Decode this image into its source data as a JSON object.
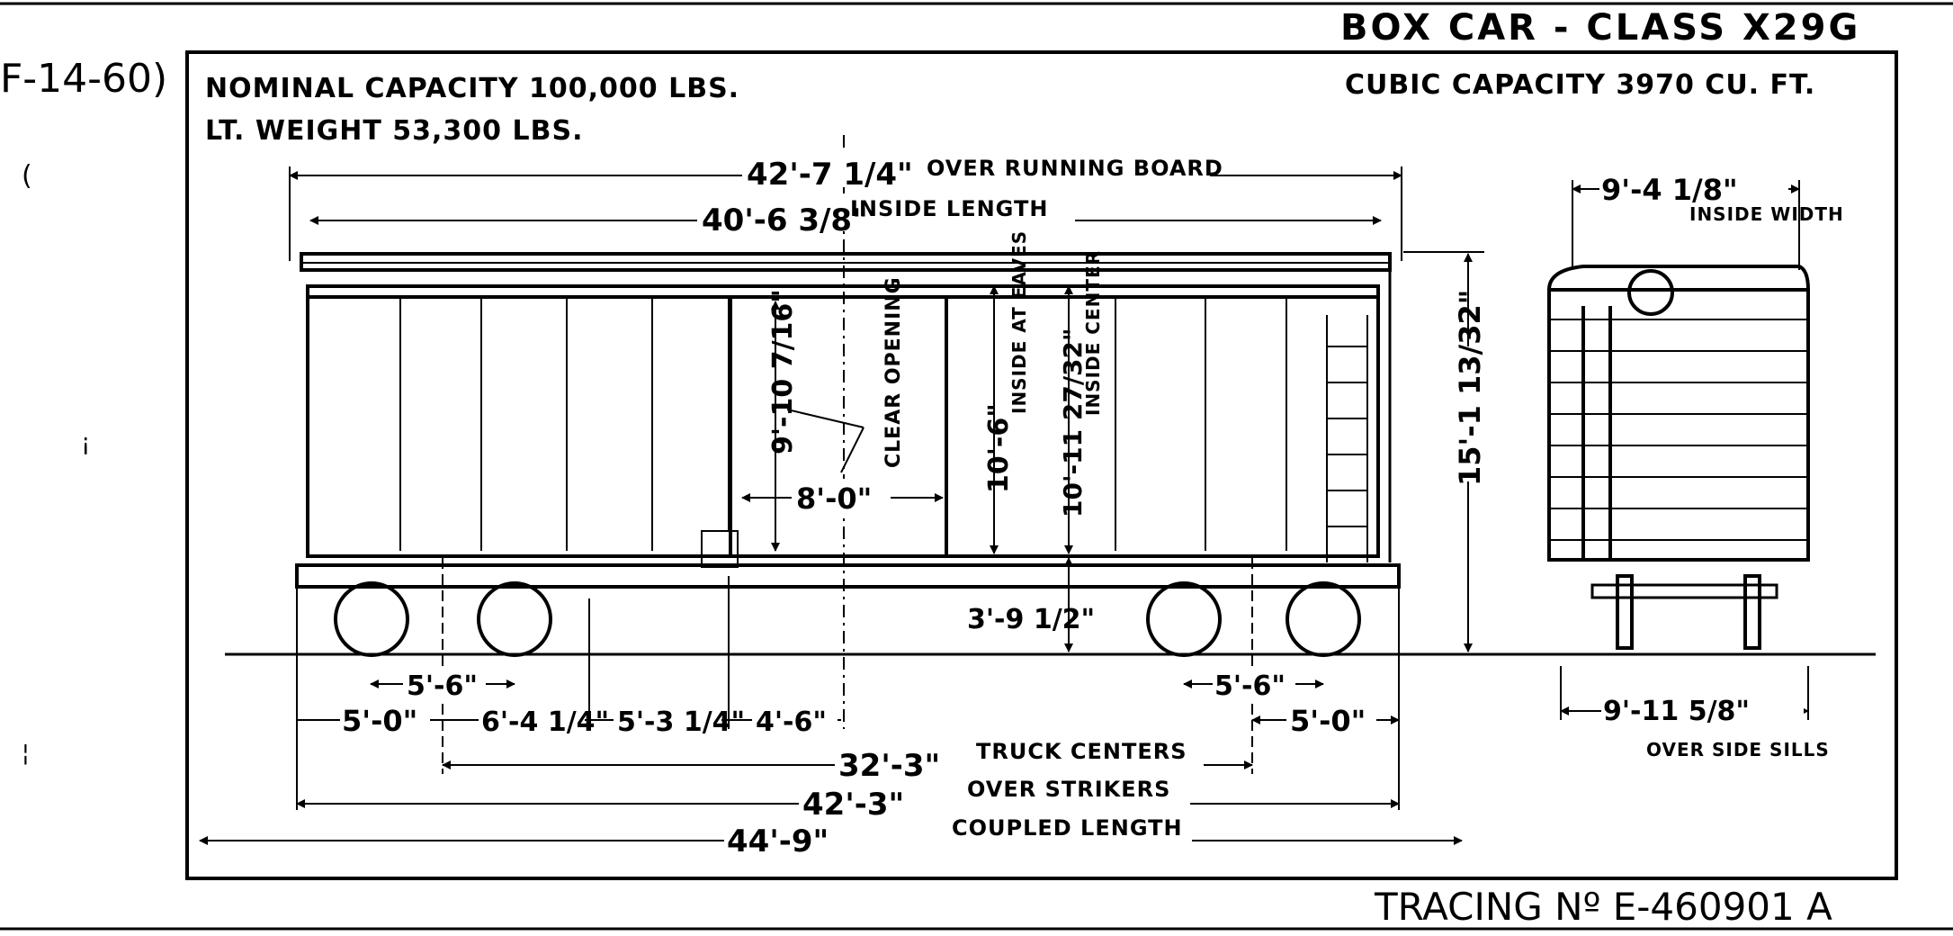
{
  "title": "BOX CAR - CLASS X29G",
  "margin_note": "F-14-60)",
  "nominal_capacity": "NOMINAL CAPACITY 100,000 LBS.",
  "light_weight": "LT. WEIGHT 53,300 LBS.",
  "cubic_capacity": "CUBIC CAPACITY 3970 CU. FT.",
  "tracing_number": "TRACING Nº E-460901 A",
  "side_view": {
    "over_running_board": {
      "value": "42'-7 1/4\"",
      "label": "OVER RUNNING BOARD"
    },
    "inside_length": {
      "value": "40'-6 3/8\"",
      "label": "INSIDE LENGTH"
    },
    "door_clear_height": "9'-10 7/16\"",
    "clear_opening": "CLEAR OPENING",
    "door_width": "8'-0\"",
    "inside_at_eaves": {
      "value": "10'-6\"",
      "label": "INSIDE AT EAVES"
    },
    "inside_center": {
      "value": "10'-11 27/32\"",
      "label": "INSIDE CENTER"
    },
    "overall_height": "15'-1 13/32\"",
    "floor_height": "3'-9 1/2\"",
    "wheel_base_left": "5'-6\"",
    "wheel_base_right": "5'-6\"",
    "end_to_truck_left": "5'-0\"",
    "end_to_truck_right": "5'-0\"",
    "seg_a": "6'-4 1/4\"",
    "seg_b": "5'-3 1/4\"",
    "seg_c": "4'-6\"",
    "truck_centers": {
      "value": "32'-3\"",
      "label": "TRUCK CENTERS"
    },
    "over_strikers": {
      "value": "42'-3\"",
      "label": "OVER STRIKERS"
    },
    "coupled_length": {
      "value": "44'-9\"",
      "label": "COUPLED LENGTH"
    }
  },
  "end_view": {
    "inside_width": {
      "value": "9'-4 1/8\"",
      "label": "INSIDE WIDTH"
    },
    "over_side_sills": {
      "value": "9'-11 5/8\"",
      "label": "OVER SIDE SILLS"
    }
  }
}
